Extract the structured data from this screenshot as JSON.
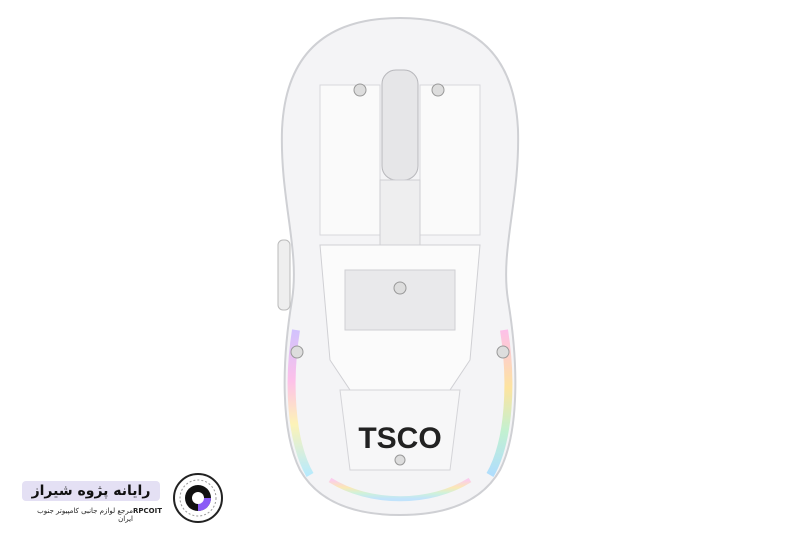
{
  "product": {
    "brand_mark": "TSCO"
  },
  "watermark": {
    "title": "رایانه پژوه شیراز",
    "subtitle": "مرجع لوازم جانبی کامپیوتر جنوب ایران",
    "code": "RPCOIT"
  },
  "colors": {
    "accent": "#8b5cf6",
    "badge_bg": "#e4e0f4"
  }
}
